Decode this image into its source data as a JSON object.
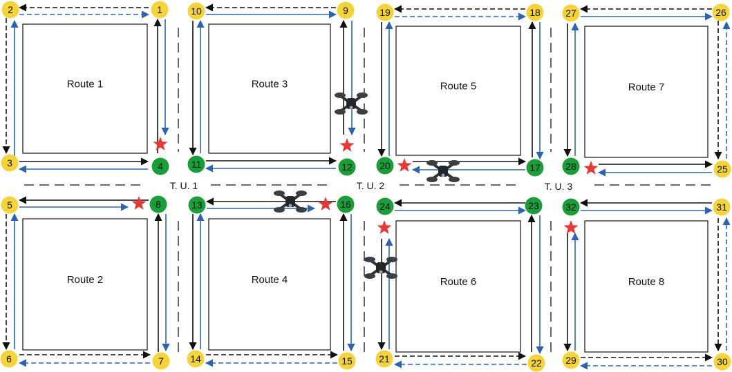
{
  "colors": {
    "yellow_node": "#f5d33b",
    "green_node": "#1a9e3a",
    "black_line": "#111111",
    "blue_line": "#2b63b0",
    "star": "#e53935",
    "drone": "#2f3338"
  },
  "routes": [
    {
      "id": 1,
      "label": "Route 1"
    },
    {
      "id": 2,
      "label": "Route 2"
    },
    {
      "id": 3,
      "label": "Route 3"
    },
    {
      "id": 4,
      "label": "Route 4"
    },
    {
      "id": 5,
      "label": "Route 5"
    },
    {
      "id": 6,
      "label": "Route 6"
    },
    {
      "id": 7,
      "label": "Route 7"
    },
    {
      "id": 8,
      "label": "Route 8"
    }
  ],
  "transfer_units": [
    {
      "id": 1,
      "label": "T. U. 1"
    },
    {
      "id": 2,
      "label": "T. U. 2"
    },
    {
      "id": 3,
      "label": "T. U. 3"
    }
  ],
  "nodes": [
    {
      "id": "1",
      "color": "yellow"
    },
    {
      "id": "2",
      "color": "yellow"
    },
    {
      "id": "3",
      "color": "yellow"
    },
    {
      "id": "4",
      "color": "green"
    },
    {
      "id": "5",
      "color": "yellow"
    },
    {
      "id": "6",
      "color": "yellow"
    },
    {
      "id": "7",
      "color": "yellow"
    },
    {
      "id": "8",
      "color": "green"
    },
    {
      "id": "9",
      "color": "yellow"
    },
    {
      "id": "10",
      "color": "yellow"
    },
    {
      "id": "11",
      "color": "green"
    },
    {
      "id": "12",
      "color": "green"
    },
    {
      "id": "13",
      "color": "green"
    },
    {
      "id": "14",
      "color": "yellow"
    },
    {
      "id": "15",
      "color": "yellow"
    },
    {
      "id": "16",
      "color": "green"
    },
    {
      "id": "17",
      "color": "green"
    },
    {
      "id": "18",
      "color": "yellow"
    },
    {
      "id": "19",
      "color": "yellow"
    },
    {
      "id": "20",
      "color": "green"
    },
    {
      "id": "21",
      "color": "yellow"
    },
    {
      "id": "22",
      "color": "yellow"
    },
    {
      "id": "23",
      "color": "green"
    },
    {
      "id": "24",
      "color": "green"
    },
    {
      "id": "25",
      "color": "yellow"
    },
    {
      "id": "26",
      "color": "yellow"
    },
    {
      "id": "27",
      "color": "yellow"
    },
    {
      "id": "28",
      "color": "green"
    },
    {
      "id": "29",
      "color": "yellow"
    },
    {
      "id": "30",
      "color": "yellow"
    },
    {
      "id": "31",
      "color": "yellow"
    },
    {
      "id": "32",
      "color": "green"
    }
  ],
  "icons": {
    "depot_marker": "star-icon",
    "vehicle": "drone-icon"
  }
}
